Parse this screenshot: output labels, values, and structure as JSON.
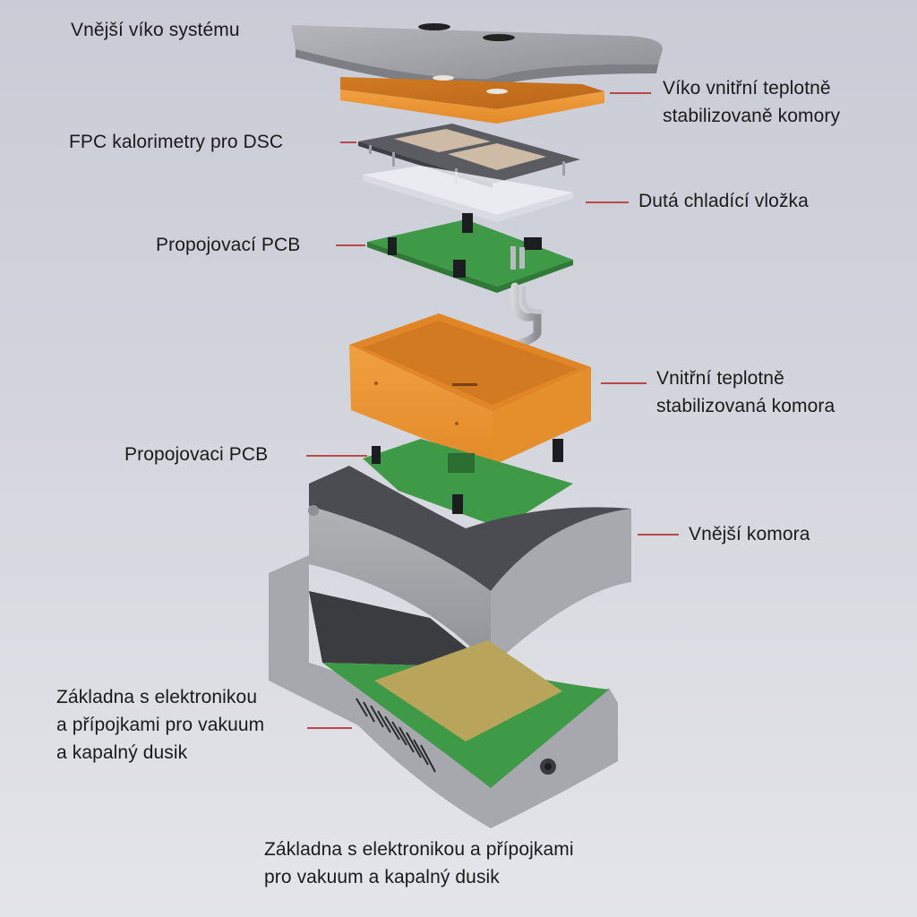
{
  "diagram": {
    "type": "exploded-view",
    "background_color": "#d2d4dc",
    "leader_color": "#b8484a",
    "colors": {
      "metal": "#a9abb0",
      "orange": "#e8922e",
      "pcb_green": "#3f9a47",
      "gold_plate": "#b8a45a"
    }
  },
  "labels": {
    "outer_lid": "Vnější víko systému",
    "inner_lid_line1": "Víko vnitřní teplotně",
    "inner_lid_line2": "stabilizovaně komory",
    "fpc": "FPC kalorimetry pro DSC",
    "cooling_insert": "Dutá chladící vložka",
    "pcb_top": "Propojovací PCB",
    "inner_chamber_line1": "Vnitřní teplotně",
    "inner_chamber_line2": "stabilizovaná komora",
    "pcb_bottom": "Propojovaci PCB",
    "outer_chamber": "Vnější komora",
    "base_left_line1": "Základna s elektronikou",
    "base_left_line2": "a přípojkami pro vakuum",
    "base_left_line3": "a kapalný dusik",
    "base_bottom_line1": "Základna s elektronikou a přípojkami",
    "base_bottom_line2": "pro vakuum a kapalný dusik"
  }
}
